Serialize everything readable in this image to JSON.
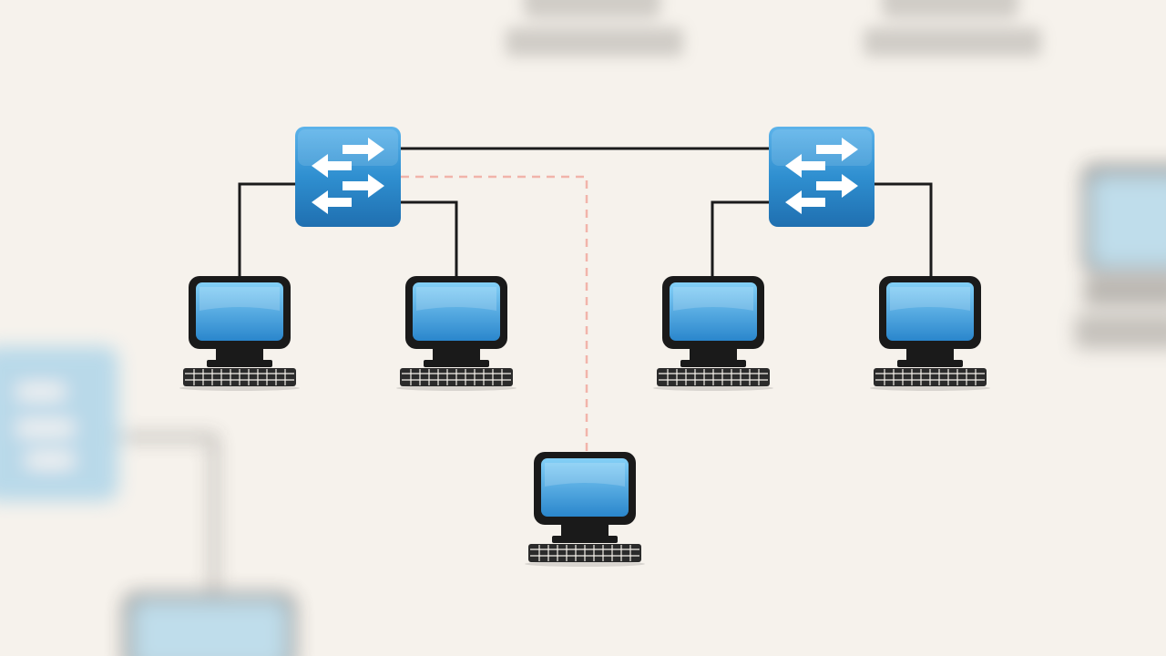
{
  "diagram": {
    "type": "network-topology",
    "colors": {
      "background": "#f6f2ec",
      "switch_fill": "#2f8fd0",
      "switch_fill_dark": "#1f6fb0",
      "arrow": "#ffffff",
      "cable": "#1b1b1b",
      "wireless_link": "#f1b4aa",
      "monitor_frame": "#1a1a1a",
      "screen_top": "#7ecbf5",
      "screen_bottom": "#2a86cc",
      "keyboard": "#2b2b2b"
    },
    "nodes": [
      {
        "id": "switch-left",
        "kind": "switch",
        "icon": "network-switch-icon"
      },
      {
        "id": "switch-right",
        "kind": "switch",
        "icon": "network-switch-icon"
      },
      {
        "id": "pc-1",
        "kind": "computer",
        "icon": "desktop-computer-icon"
      },
      {
        "id": "pc-2",
        "kind": "computer",
        "icon": "desktop-computer-icon"
      },
      {
        "id": "pc-3",
        "kind": "computer",
        "icon": "desktop-computer-icon"
      },
      {
        "id": "pc-4",
        "kind": "computer",
        "icon": "desktop-computer-icon"
      },
      {
        "id": "pc-5",
        "kind": "computer",
        "icon": "desktop-computer-icon"
      }
    ],
    "links": [
      {
        "from": "switch-left",
        "to": "switch-right",
        "style": "solid"
      },
      {
        "from": "switch-left",
        "to": "pc-1",
        "style": "solid"
      },
      {
        "from": "switch-left",
        "to": "pc-2",
        "style": "solid"
      },
      {
        "from": "switch-right",
        "to": "pc-3",
        "style": "solid"
      },
      {
        "from": "switch-right",
        "to": "pc-4",
        "style": "solid"
      },
      {
        "from": "switch-left",
        "to": "pc-5",
        "style": "dashed"
      }
    ]
  }
}
